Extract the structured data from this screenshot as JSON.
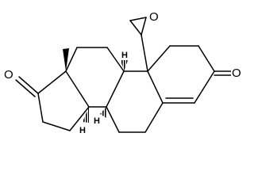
{
  "structure": {
    "atoms": {
      "o17": "O",
      "o3": "O",
      "o_epoxide": "O",
      "h8": "H",
      "h9": "H",
      "h14": "H"
    }
  }
}
